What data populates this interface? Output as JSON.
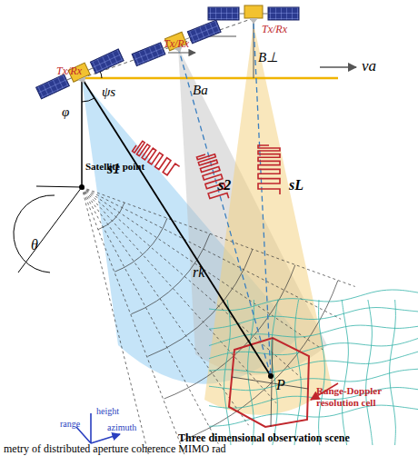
{
  "diagram": {
    "labels": [
      "Tx/Rx",
      "Tx/Rx",
      "Tx/Rx",
      "B⊥",
      "va",
      "Ba",
      "ψs",
      "φ",
      "s1",
      "s2",
      "sL",
      "rk",
      "Satellite point",
      "θ",
      "P",
      "Range-Doppler resolution cell",
      "height",
      "range",
      "azimuth",
      "Three dimensional observation scene",
      "metry of distributed aperture coherence MIMO rad"
    ]
  }
}
